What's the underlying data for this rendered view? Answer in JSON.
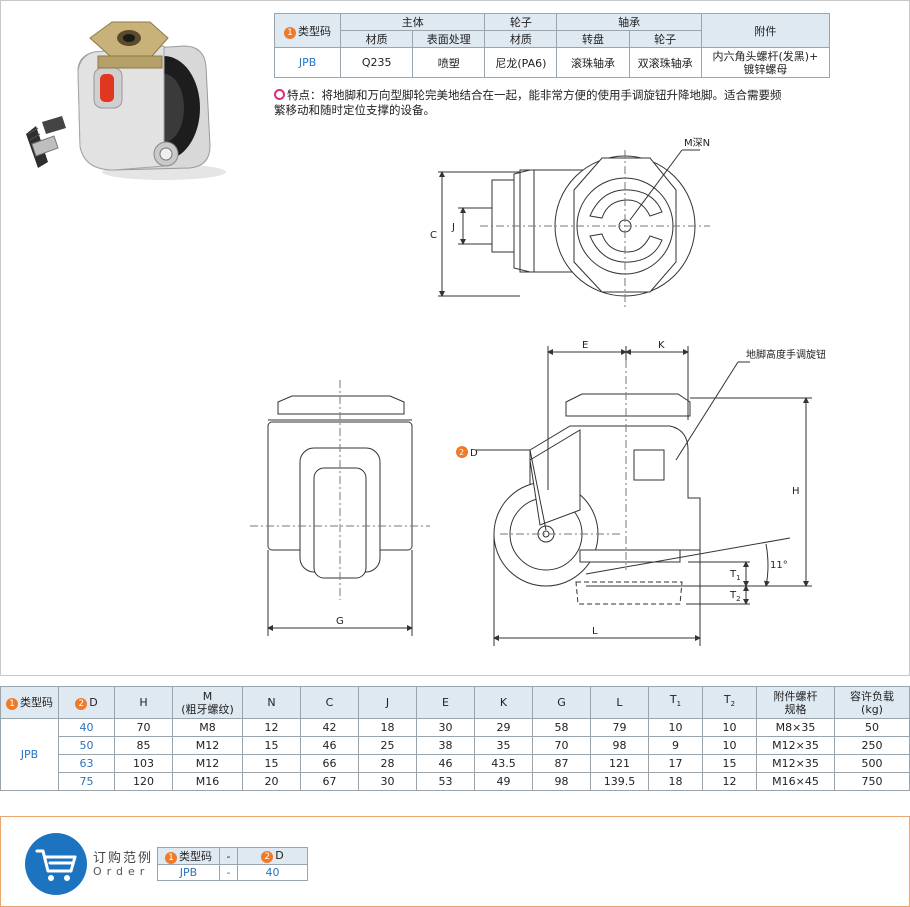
{
  "spec_table": {
    "type_code_label": "类型码",
    "type_code_badge": "1",
    "groups": {
      "body": "主体",
      "wheel": "轮子",
      "bearing": "轴承",
      "accessory": "附件"
    },
    "sub": {
      "material": "材质",
      "surface": "表面处理",
      "wheel_material": "材质",
      "swivel": "转盘",
      "wheel_bearing": "轮子"
    },
    "row": {
      "code": "JPB",
      "material": "Q235",
      "surface": "喷塑",
      "wheel_material": "尼龙(PA6)",
      "swivel": "滚珠轴承",
      "wheel_bearing": "双滚珠轴承",
      "accessory_line1": "内六角头螺杆(发黑)+",
      "accessory_line2": "镀锌螺母"
    }
  },
  "feature_text_line1": "特点：将地脚和万向型脚轮完美地结合在一起，能非常方便的使用手调旋钮升降地脚。适合需要频",
  "feature_text_line2": "繁移动和随时定位支撑的设备。",
  "drawing_labels": {
    "m_depth": "M深N",
    "c": "C",
    "j": "J",
    "e": "E",
    "k": "K",
    "knob": "地脚高度手调旋钮",
    "d": "D",
    "d_badge": "2",
    "h": "H",
    "g": "G",
    "l": "L",
    "t1": "T",
    "t1_sub": "1",
    "t2": "T",
    "t2_sub": "2",
    "angle": "11°"
  },
  "dim_table": {
    "headers": {
      "type_code": "类型码",
      "type_badge": "1",
      "d": "D",
      "d_badge": "2",
      "h": "H",
      "m1": "M",
      "m2": "(粗牙螺纹)",
      "n": "N",
      "c": "C",
      "j": "J",
      "e": "E",
      "k": "K",
      "g": "G",
      "l": "L",
      "t1": "T",
      "t1_sub": "1",
      "t2": "T",
      "t2_sub": "2",
      "bolt1": "附件螺杆",
      "bolt2": "规格",
      "load1": "容许负载",
      "load2": "(kg)"
    },
    "code": "JPB",
    "rows": [
      {
        "d": "40",
        "h": "70",
        "m": "M8",
        "n": "12",
        "c": "42",
        "j": "18",
        "e": "30",
        "k": "29",
        "g": "58",
        "l": "79",
        "t1": "10",
        "t2": "10",
        "bolt": "M8×35",
        "load": "50"
      },
      {
        "d": "50",
        "h": "85",
        "m": "M12",
        "n": "15",
        "c": "46",
        "j": "25",
        "e": "38",
        "k": "35",
        "g": "70",
        "l": "98",
        "t1": "9",
        "t2": "10",
        "bolt": "M12×35",
        "load": "250"
      },
      {
        "d": "63",
        "h": "103",
        "m": "M12",
        "n": "15",
        "c": "66",
        "j": "28",
        "e": "46",
        "k": "43.5",
        "g": "87",
        "l": "121",
        "t1": "17",
        "t2": "15",
        "bolt": "M12×35",
        "load": "500"
      },
      {
        "d": "75",
        "h": "120",
        "m": "M16",
        "n": "20",
        "c": "67",
        "j": "30",
        "e": "53",
        "k": "49",
        "g": "98",
        "l": "139.5",
        "t1": "18",
        "t2": "12",
        "bolt": "M16×45",
        "load": "750"
      }
    ]
  },
  "order": {
    "title": "订购范例",
    "subtitle": "Order",
    "h_code": "类型码",
    "h_code_badge": "1",
    "h_sep": "-",
    "h_d": "D",
    "h_d_badge": "2",
    "v_code": "JPB",
    "v_sep": "-",
    "v_d": "40"
  },
  "colors": {
    "accent_blue": "#2a73c0",
    "badge_orange": "#ef7a2a",
    "header_bg": "#dfe9f2",
    "order_border": "#e7a66d",
    "cart_blue": "#1c74c0"
  }
}
